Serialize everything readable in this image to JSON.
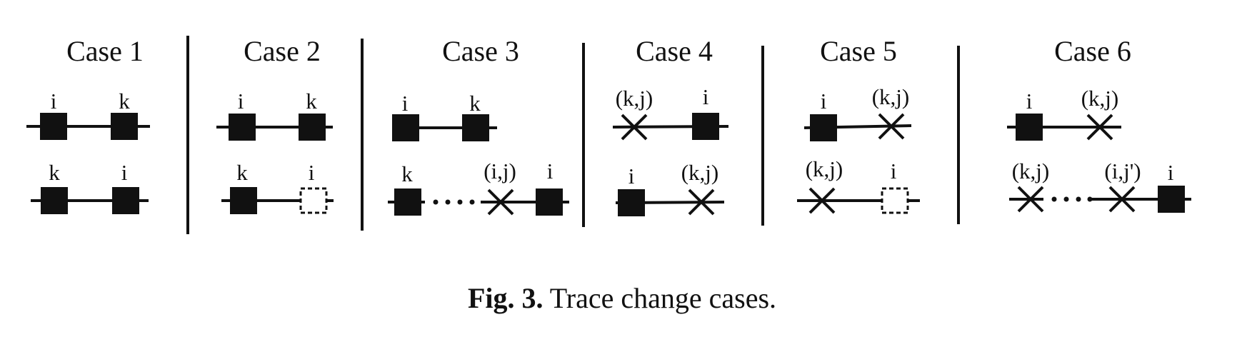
{
  "cases": [
    {
      "title": "Case 1",
      "rows": [
        {
          "labels": [
            "i",
            "k"
          ]
        },
        {
          "labels": [
            "k",
            "i"
          ]
        }
      ]
    },
    {
      "title": "Case 2",
      "rows": [
        {
          "labels": [
            "i",
            "k"
          ]
        },
        {
          "labels": [
            "k",
            "i"
          ]
        }
      ]
    },
    {
      "title": "Case 3",
      "rows": [
        {
          "labels": [
            "i",
            "k"
          ]
        },
        {
          "labels": [
            "k",
            "(i,j)",
            "i"
          ]
        }
      ]
    },
    {
      "title": "Case 4",
      "rows": [
        {
          "labels": [
            "(k,j)",
            "i"
          ]
        },
        {
          "labels": [
            "i",
            "(k,j)"
          ]
        }
      ]
    },
    {
      "title": "Case 5",
      "rows": [
        {
          "labels": [
            "i",
            "(k,j)"
          ]
        },
        {
          "labels": [
            "(k,j)",
            "i"
          ]
        }
      ]
    },
    {
      "title": "Case 6",
      "rows": [
        {
          "labels": [
            "i",
            "(k,j)"
          ]
        },
        {
          "labels": [
            "(k,j)",
            "(i,j')",
            "i"
          ]
        }
      ]
    }
  ],
  "caption": {
    "fig": "Fig. 3.",
    "text": " Trace change cases."
  },
  "colors": {
    "ink": "#111111",
    "background": "#ffffff"
  }
}
